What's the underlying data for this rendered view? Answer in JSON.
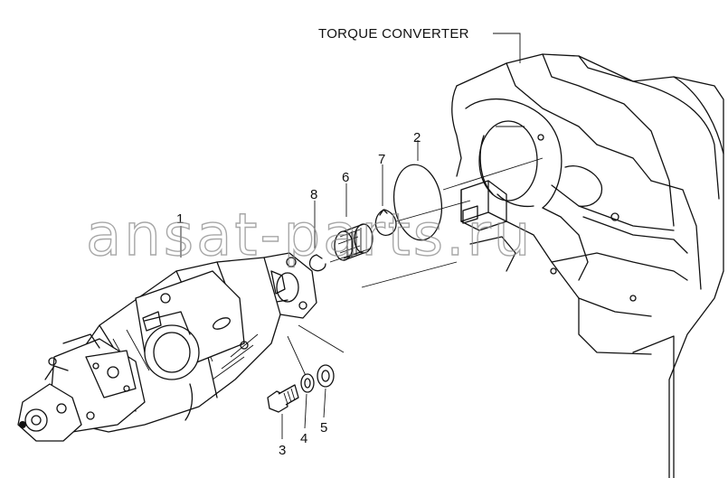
{
  "diagram": {
    "title": "TORQUE CONVERTER",
    "watermark": "ansat-parts.ru",
    "callouts": [
      {
        "id": "1",
        "part": "starter-motor"
      },
      {
        "id": "2",
        "part": "gasket"
      },
      {
        "id": "3",
        "part": "bolt"
      },
      {
        "id": "4",
        "part": "washer"
      },
      {
        "id": "5",
        "part": "washer"
      },
      {
        "id": "6",
        "part": "needle-bearing"
      },
      {
        "id": "7",
        "part": "snap-ring"
      },
      {
        "id": "8",
        "part": "snap-ring"
      }
    ]
  },
  "colors": {
    "line": "#111111",
    "background": "#ffffff",
    "watermark": "#8a8a8a"
  }
}
